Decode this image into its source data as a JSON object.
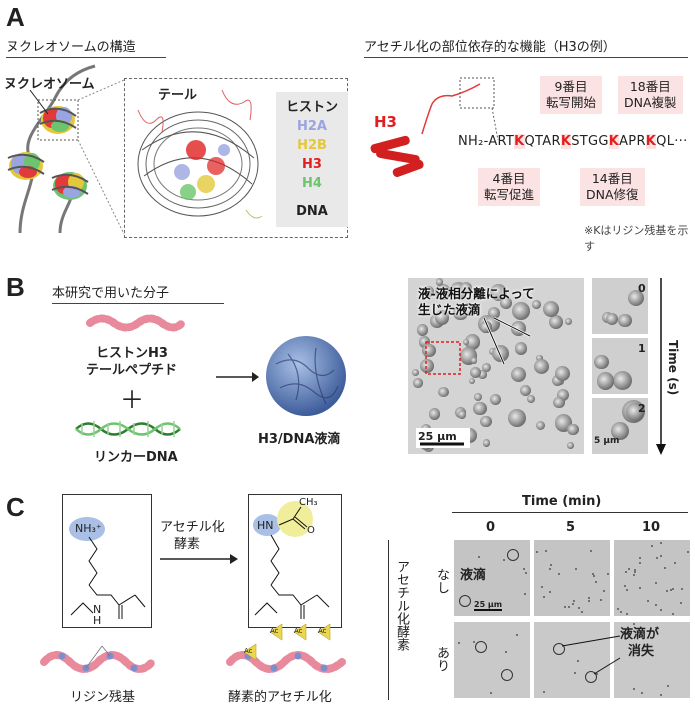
{
  "panelA": {
    "letter": "A",
    "left_title": "ヌクレオソームの構造",
    "right_title": "アセチル化の部位依存的な機能（H3の例）",
    "nucleosome_label": "ヌクレオソーム",
    "tail_label": "テール",
    "histone_title": "ヒストン",
    "histones": [
      {
        "name": "H2A",
        "color": "#9aa4e0"
      },
      {
        "name": "H2B",
        "color": "#e4c83a"
      },
      {
        "name": "H3",
        "color": "#e02020"
      },
      {
        "name": "H4",
        "color": "#6cc46c"
      }
    ],
    "dna_label": "DNA",
    "h3_label": "H3",
    "sequence_parts": [
      {
        "text": "NH₂-ART",
        "hl": false
      },
      {
        "text": "K",
        "hl": true
      },
      {
        "text": "QTAR",
        "hl": false
      },
      {
        "text": "K",
        "hl": true
      },
      {
        "text": "STGG",
        "hl": false
      },
      {
        "text": "K",
        "hl": true
      },
      {
        "text": "APR",
        "hl": false
      },
      {
        "text": "K",
        "hl": true
      },
      {
        "text": "QL···",
        "hl": false
      }
    ],
    "site_boxes": {
      "k9": {
        "line1": "9番目",
        "line2": "転写開始"
      },
      "k18": {
        "line1": "18番目",
        "line2": "DNA複製"
      },
      "k4": {
        "line1": "4番目",
        "line2": "転写促進"
      },
      "k14": {
        "line1": "14番目",
        "line2": "DNA修復"
      }
    },
    "footnote": "※Kはリジン残基を示す"
  },
  "panelB": {
    "letter": "B",
    "title": "本研究で用いた分子",
    "peptide_label_1": "ヒストンH3",
    "peptide_label_2": "テールペプチド",
    "plus": "＋",
    "dna_label": "リンカーDNA",
    "droplet_label": "H3/DNA液滴",
    "micro_caption_1": "液-液相分離によって",
    "micro_caption_2": "生じた液滴",
    "scale_bar": "25 µm",
    "time_points": [
      "0",
      "1",
      "2"
    ],
    "small_scale": "5 µm",
    "time_axis": "Time (s)"
  },
  "panelC": {
    "letter": "C",
    "arrow_label_1": "アセチル化",
    "arrow_label_2": "酵素",
    "nh3": "NH₃⁺",
    "nh": "HN",
    "ch3": "CH₃",
    "n_atom": "N",
    "h_atom": "H",
    "o_atom": "O",
    "ac": "Ac",
    "lysine_label": "リジン残基",
    "acetylation_label": "酵素的アセチル化",
    "time_title": "Time (min)",
    "time_cols": [
      "0",
      "5",
      "10"
    ],
    "enzyme_axis": "アセチル化酵素",
    "row_labels": [
      "なし",
      "あり"
    ],
    "droplet_word": "液滴",
    "scale": "25 µm",
    "vanish_1": "液滴が",
    "vanish_2": "消失"
  }
}
